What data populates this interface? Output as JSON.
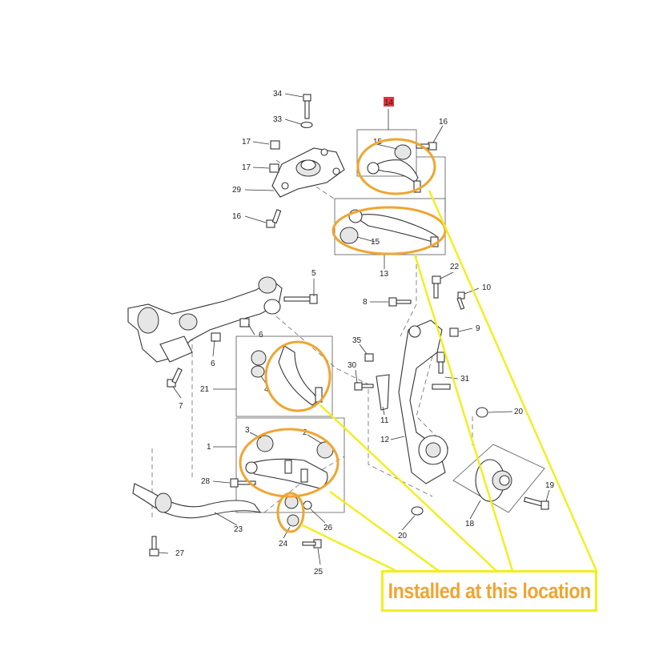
{
  "labels": {
    "l34": "34",
    "l33": "33",
    "l17a": "17",
    "l17b": "17",
    "l29": "29",
    "l16a": "16",
    "l14": "14",
    "l16b": "16",
    "l15a": "15",
    "l15b": "15",
    "l13": "13",
    "l5": "5",
    "l6a": "6",
    "l6b": "6",
    "l7": "7",
    "l8": "8",
    "l22": "22",
    "l10": "10",
    "l9": "9",
    "l35": "35",
    "l30": "30",
    "l31": "31",
    "l11": "11",
    "l12": "12",
    "l20a": "20",
    "l20b": "20",
    "l21": "21",
    "l4": "4",
    "l1": "1",
    "l3": "3",
    "l2": "2",
    "l28": "28",
    "l23": "23",
    "l24": "24",
    "l26": "26",
    "l25": "25",
    "l27": "27",
    "l18": "18",
    "l19": "19"
  },
  "callout": {
    "text": "Installed at this location"
  },
  "colors": {
    "highlight": "#f0a530",
    "leader_yellow": "#f2ee1e",
    "badge_red": "#e8333a"
  }
}
